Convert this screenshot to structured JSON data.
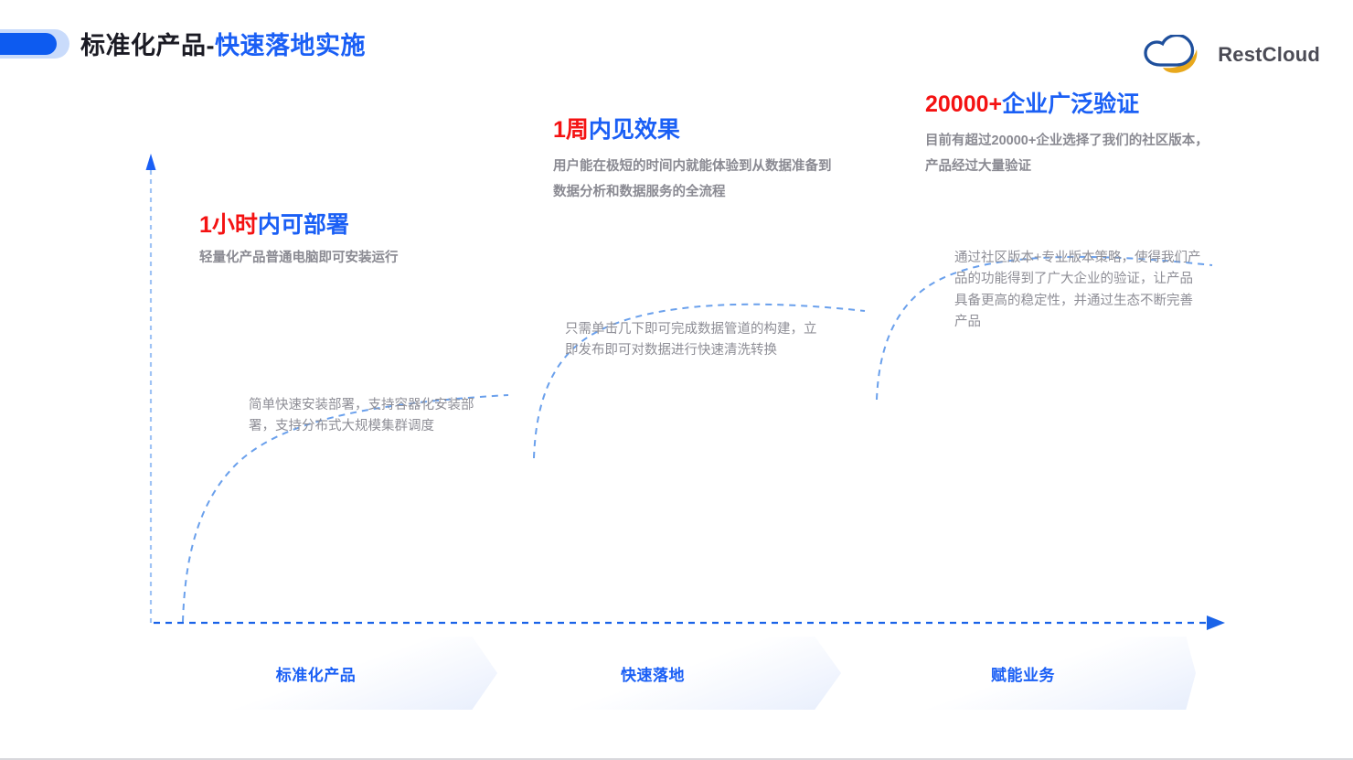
{
  "header": {
    "title_dark": "标准化产品-",
    "title_blue": "快速落地实施",
    "badge_icon": "pill-badge",
    "logo_text": "RestCloud",
    "logo_icon": "cloud-logo-icon"
  },
  "colors": {
    "accent_blue": "#1a5ff5",
    "highlight_red": "#f41212",
    "muted_gray": "#8e8e96",
    "axis_blue": "#3b82f6",
    "logo_yellow": "#e8a81c",
    "logo_blue": "#1e4f9c"
  },
  "stages": [
    {
      "title_red": "1小时",
      "title_blue": "内可部署",
      "subtitle": "轻量化产品普通电脑即可安装运行",
      "description": "简单快速安装部署，支持容器化安装部署，支持分布式大规模集群调度",
      "step_label": "标准化产品"
    },
    {
      "title_red": "1周",
      "title_blue": "内见效果",
      "subtitle": "用户能在极短的时间内就能体验到从数据准备到数据分析和数据服务的全流程",
      "description": "只需单击几下即可完成数据管道的构建，立即发布即可对数据进行快速清洗转换",
      "step_label": "快速落地"
    },
    {
      "title_red": "20000+",
      "title_blue": "企业广泛验证",
      "subtitle": "目前有超过20000+企业选择了我们的社区版本，产品经过大量验证",
      "description": "通过社区版本+专业版本策略，使得我们产品的功能得到了广大企业的验证，让产品具备更高的稳定性，并通过生态不断完善产品",
      "step_label": "赋能业务"
    }
  ],
  "chart_data": {
    "type": "line",
    "title": "标准化产品-快速落地实施",
    "xlabel": "",
    "ylabel": "",
    "grid": false,
    "legend": "none",
    "axis_style": "dashed-arrow",
    "categories": [
      "标准化产品",
      "快速落地",
      "赋能业务"
    ],
    "series": [
      {
        "name": "1小时内可部署",
        "values": [
          0,
          62,
          88,
          100
        ]
      },
      {
        "name": "1周内见效果",
        "values": [
          0,
          58,
          84,
          100
        ]
      },
      {
        "name": "20000+企业广泛验证",
        "values": [
          0,
          60,
          86,
          100
        ]
      }
    ],
    "annotations": [
      {
        "label": "1小时内可部署",
        "detail": "轻量化产品普通电脑即可安装运行"
      },
      {
        "label": "1周内见效果",
        "detail": "用户能在极短的时间内就能体验到从数据准备到数据分析和数据服务的全流程"
      },
      {
        "label": "20000+企业广泛验证",
        "detail": "目前有超过20000+企业选择了我们的社区版本，产品经过大量验证"
      }
    ]
  }
}
